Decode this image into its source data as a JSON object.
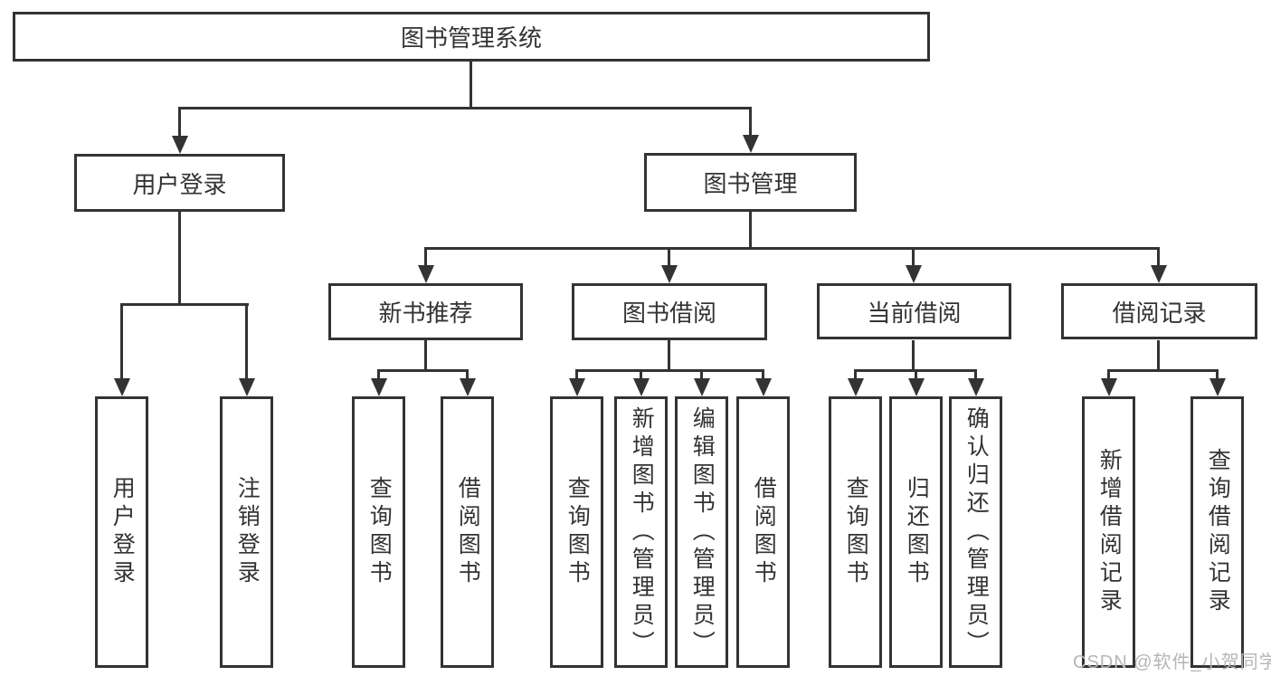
{
  "tree": {
    "root": "图书管理系统",
    "level2": [
      {
        "label": "用户登录",
        "leaves": [
          "用户登录",
          "注销登录"
        ]
      },
      {
        "label": "图书管理",
        "groups": [
          {
            "label": "新书推荐",
            "leaves": [
              "查询图书",
              "借阅图书"
            ]
          },
          {
            "label": "图书借阅",
            "leaves": [
              "查询图书",
              "新增图书（管理员）",
              "编辑图书（管理员）",
              "借阅图书"
            ]
          },
          {
            "label": "当前借阅",
            "leaves": [
              "查询图书",
              "归还图书",
              "确认归还（管理员）"
            ]
          },
          {
            "label": "借阅记录",
            "leaves": [
              "新增借阅记录",
              "查询借阅记录"
            ]
          }
        ]
      }
    ]
  },
  "watermark": {
    "text": "CSDN @软件_小贺同学"
  },
  "colors": {
    "line": "#333333",
    "text": "#333333",
    "box_bg": "#ffffff",
    "watermark": "#b5b5b5"
  }
}
